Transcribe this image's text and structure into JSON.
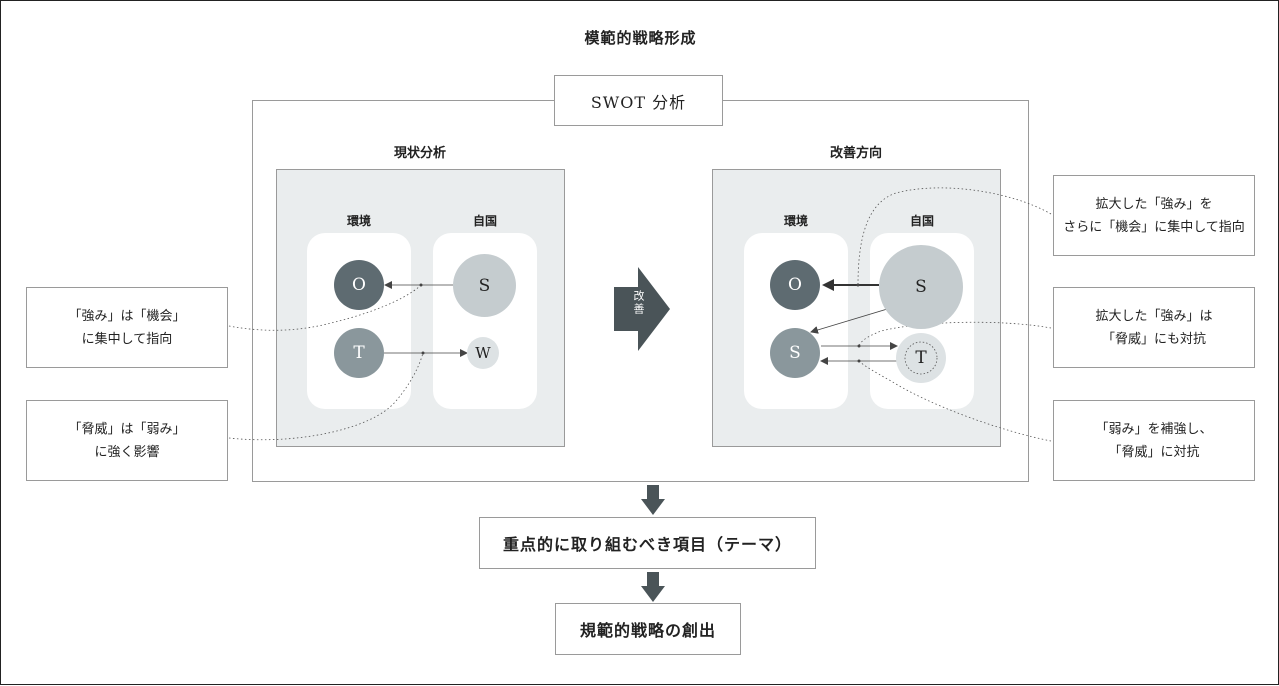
{
  "title": "模範的戦略形成",
  "swot_label": "SWOT 分析",
  "current": {
    "label": "現状分析",
    "env_label": "環境",
    "self_label": "自国",
    "nodes": {
      "o": "O",
      "t": "T",
      "s": "S",
      "w": "W"
    }
  },
  "improvement_label": "改善",
  "future": {
    "label": "改善方向",
    "env_label": "環境",
    "self_label": "自国",
    "nodes": {
      "o": "O",
      "s_env": "S",
      "s_self": "S",
      "t": "T"
    }
  },
  "notes": {
    "left_top": "「強み」は「機会」\nに集中して指向",
    "left_bottom": "「脅威」は「弱み」\nに強く影響",
    "right_top": "拡大した「強み」を\nさらに「機会」に集中して指向",
    "right_mid": "拡大した「強み」は\n「脅威」にも対抗",
    "right_bottom": "「弱み」を補強し、\n「脅威」に対抗"
  },
  "steps": {
    "theme": "重点的に取り組むべき項目（テーマ）",
    "strategy": "規範的戦略の創出"
  },
  "colors": {
    "dark_circle": "#5e6b71",
    "mid_circle": "#8a979c",
    "light_circle": "#c5cccf",
    "panel": "#eaedee",
    "arrow": "#4a5458"
  }
}
